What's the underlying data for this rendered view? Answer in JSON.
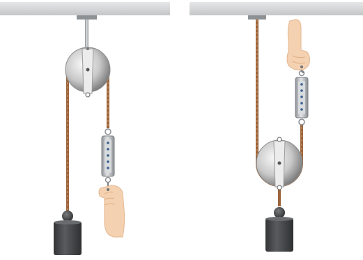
{
  "figure": {
    "panels": [
      {
        "id": "fixed-pulley",
        "components": [
          "ceiling-bar",
          "pulley-mount",
          "pulley-wheel",
          "rope",
          "spring-scale",
          "hand",
          "weight"
        ]
      },
      {
        "id": "movable-pulley",
        "components": [
          "ceiling-bar",
          "rope-anchor",
          "pulley-wheel",
          "rope",
          "spring-scale",
          "hand",
          "weight"
        ]
      }
    ],
    "colors": {
      "ceiling": "#d5d6d7",
      "rope": "#a0683d",
      "pulley_light": "#f2f2f2",
      "pulley_dark": "#7a7a7a",
      "scale_body": "#b5b9bd",
      "scale_dots": "#3c5e8a",
      "weight_body": "#4b4c4f",
      "weight_knob": "#555657",
      "hand_skin": "#f4d1b0"
    },
    "icons": [
      "pulley-icon",
      "spring-scale-icon",
      "hand-icon",
      "weight-icon",
      "hook-icon"
    ]
  }
}
